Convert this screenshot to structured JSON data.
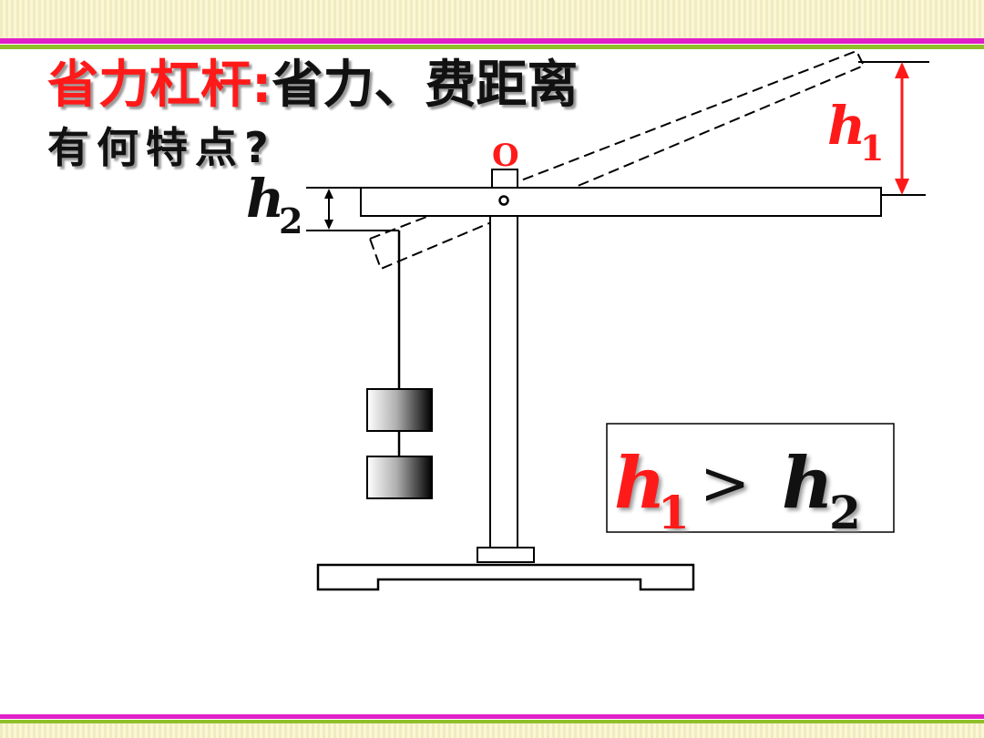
{
  "title": {
    "part1": "省力杠杆:",
    "part2": "省力、费距离"
  },
  "subtitle": "有何特点?",
  "labels": {
    "pivot": "O",
    "h1_var": "h",
    "h1_sub": "1",
    "h2_var": "h",
    "h2_sub": "2"
  },
  "formula": {
    "left_var": "h",
    "left_sub": "1",
    "op": ">",
    "right_var": "h",
    "right_sub": "2"
  },
  "colors": {
    "accent": "#ff1a1a",
    "band_magenta": "#e020c8",
    "band_green": "#8fbf2a",
    "ink": "#000000"
  }
}
